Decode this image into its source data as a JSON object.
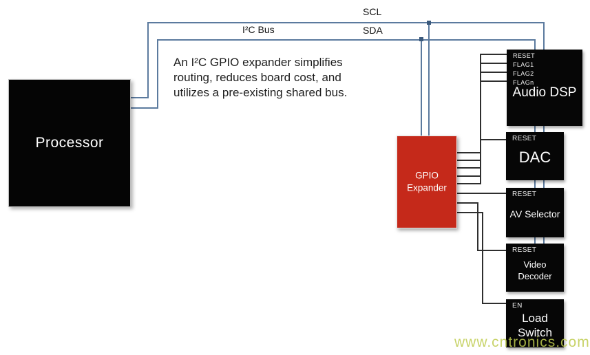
{
  "title": "I2C GPIO expander block diagram",
  "bus": {
    "scl_label": "SCL",
    "sda_label": "SDA",
    "i2c_label": "I²C Bus"
  },
  "note": {
    "text": "An I²C GPIO expander simplifies routing, reduces board cost, and utilizes a pre-existing shared bus."
  },
  "processor": {
    "label": "Processor"
  },
  "gpio_expander": {
    "label": "GPIO Expander"
  },
  "components": [
    {
      "name": "Audio DSP",
      "pins": [
        "RESET",
        "FLAG1",
        "FLAG2",
        "FLAGn"
      ]
    },
    {
      "name": "DAC",
      "pins": [
        "RESET"
      ]
    },
    {
      "name": "AV Selector",
      "pins": [
        "RESET"
      ]
    },
    {
      "name": "Video Decoder",
      "pins": [
        "RESET"
      ]
    },
    {
      "name": "Load Switch",
      "pins": [
        "EN"
      ]
    }
  ],
  "watermark": {
    "text": "www.cntronics.com"
  },
  "colors": {
    "bus_blue": "#5b7a9e",
    "wire_dark": "#2e2e2e",
    "box_black": "#060606",
    "gpio_red": "#c5291a",
    "watermark_green": "#bfcc4f"
  }
}
